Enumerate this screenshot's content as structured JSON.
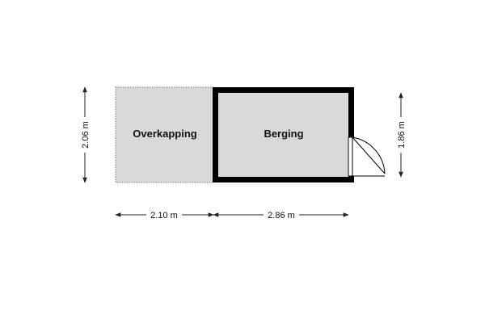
{
  "floorplan": {
    "rooms": {
      "overkapping": {
        "label": "Overkapping"
      },
      "berging": {
        "label": "Berging"
      }
    },
    "dimensions": {
      "left_height": "2.06 m",
      "right_height": "1.86 m",
      "bottom_left_width": "2.10 m",
      "bottom_right_width": "2.86 m"
    },
    "colors": {
      "floor_fill": "#d9d9d9",
      "wall": "#000000",
      "overkapping_outline": "#7a7a7a",
      "dimension_line": "#222222"
    }
  }
}
